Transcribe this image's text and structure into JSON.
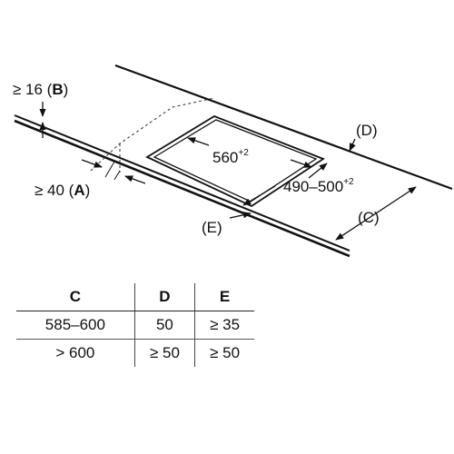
{
  "labels": {
    "b_prefix": "≥ 16 (",
    "b_letter": "B",
    "b_suffix": ")",
    "a_prefix": "≥ 40 (",
    "a_letter": "A",
    "a_suffix": ")",
    "cutout_width": "560",
    "cutout_width_tol": "+2",
    "cutout_depth": "490–500",
    "cutout_depth_tol": "+2",
    "d_label": "(D)",
    "c_label": "(C)",
    "e_label": "(E)"
  },
  "table": {
    "headers": [
      "C",
      "D",
      "E"
    ],
    "rows": [
      [
        "585–600",
        "50",
        "≥ 35"
      ],
      [
        "> 600",
        "≥ 50",
        "≥ 50"
      ]
    ]
  }
}
